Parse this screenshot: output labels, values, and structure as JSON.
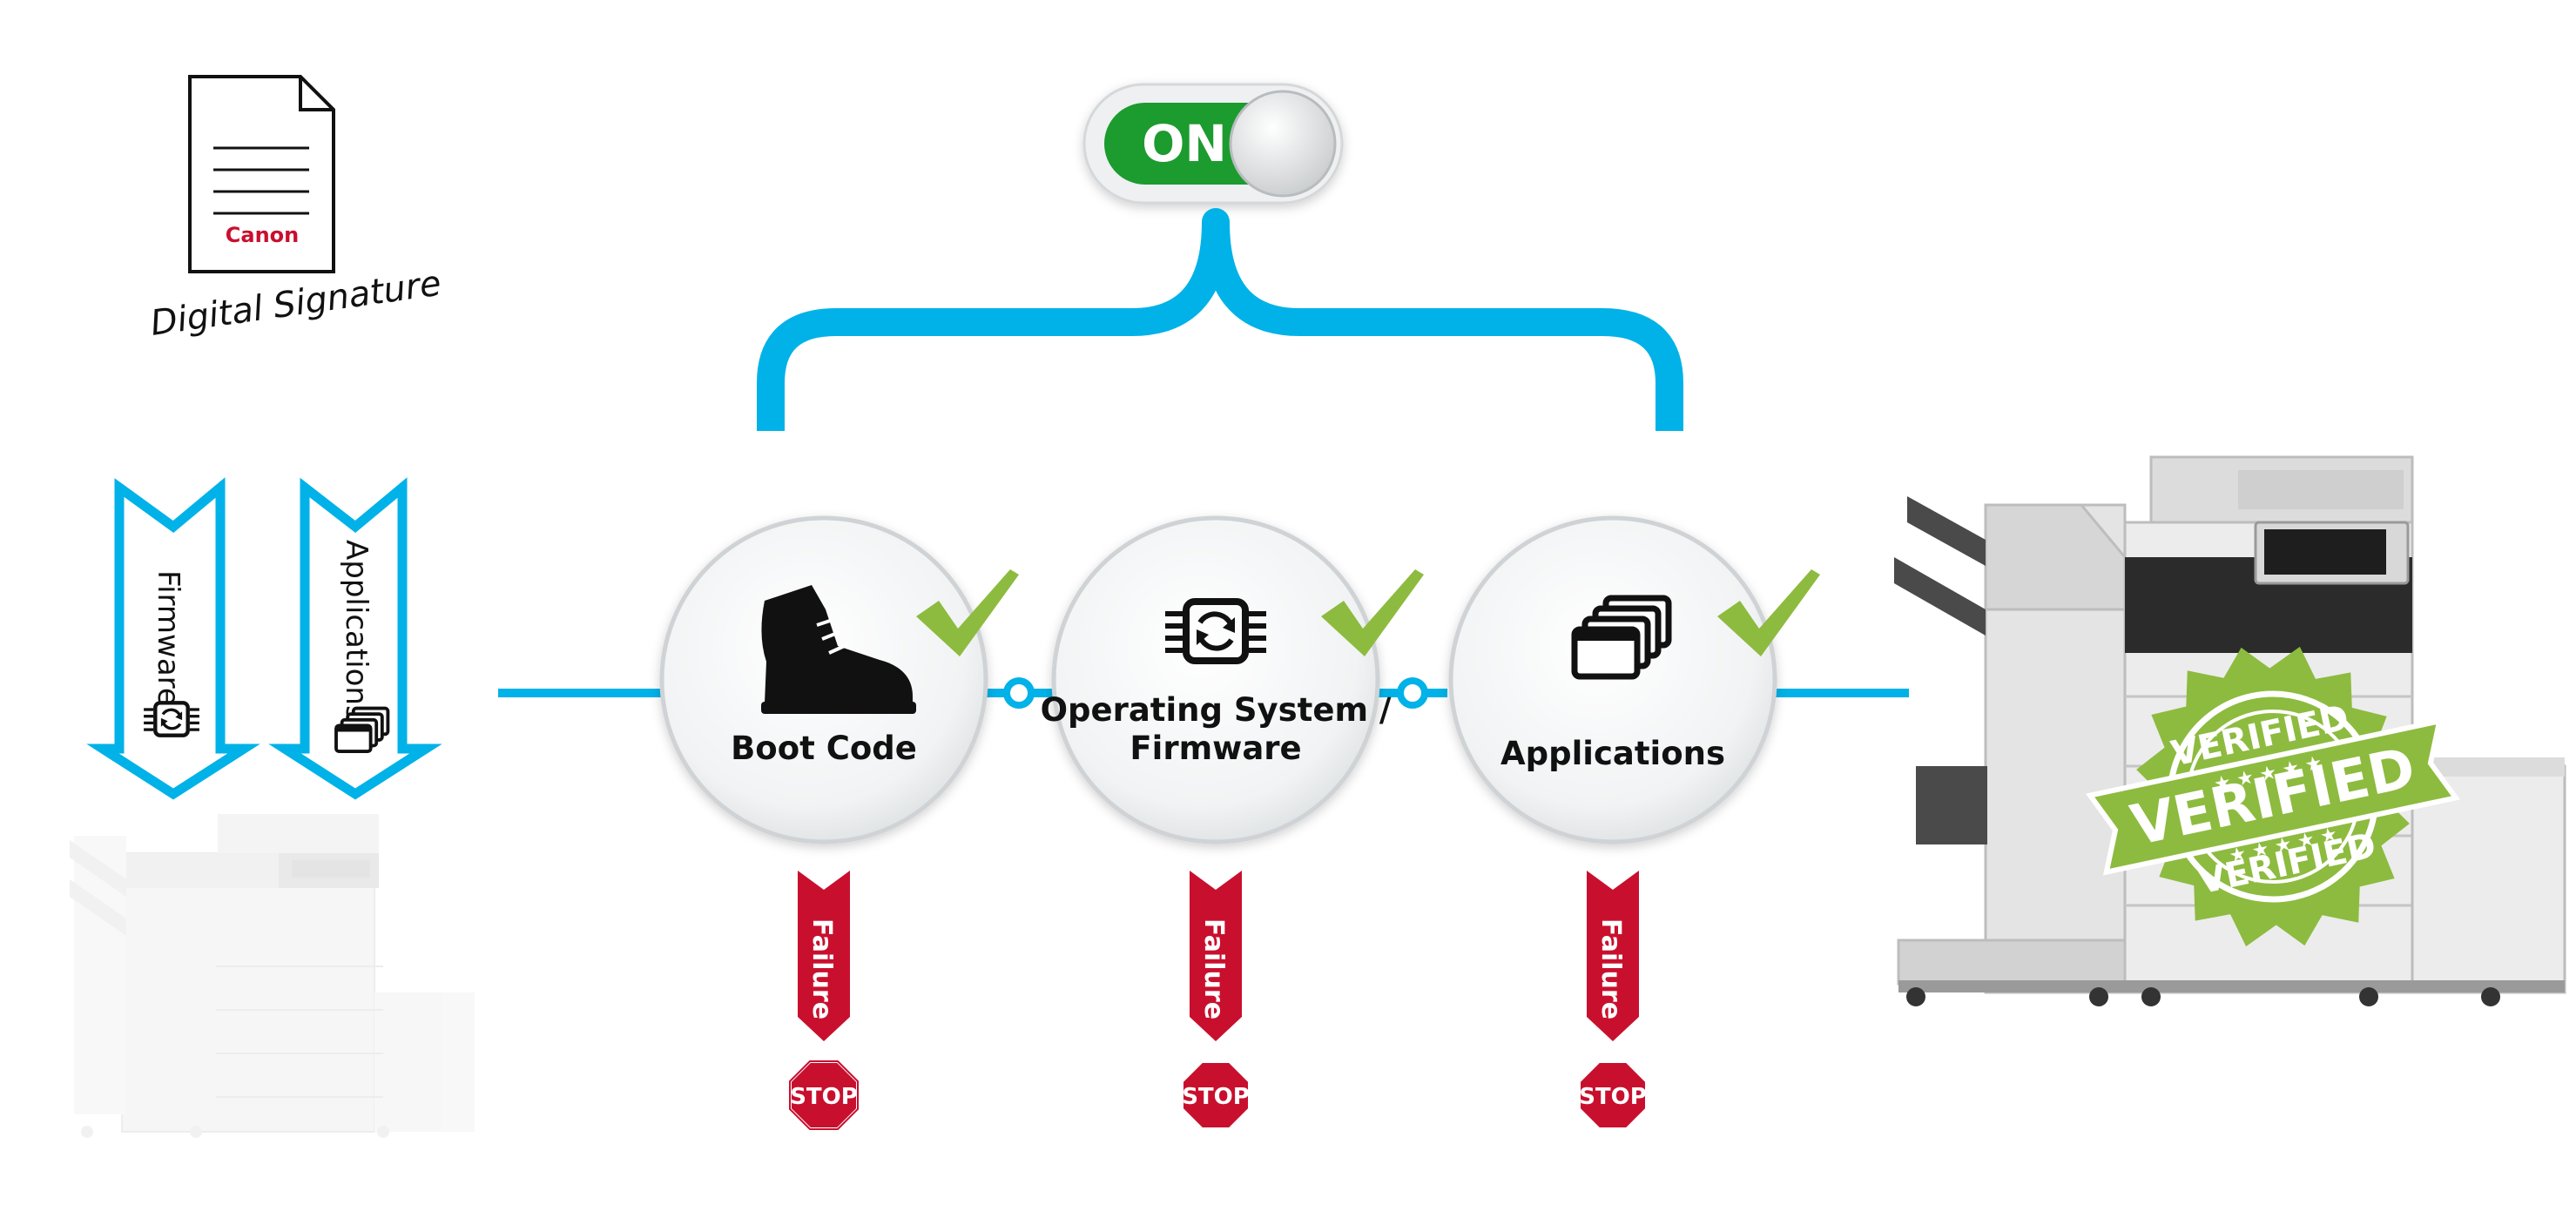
{
  "toggle": {
    "label": "ON",
    "state": "on"
  },
  "document": {
    "brand": "Canon",
    "caption": "Digital Signature"
  },
  "arrows": [
    {
      "label": "Firmware",
      "icon": "chip-refresh-icon"
    },
    {
      "label": "Applications",
      "icon": "app-windows-icon"
    }
  ],
  "stages": [
    {
      "label_lines": [
        "Boot Code"
      ],
      "icon": "boot-icon",
      "failure": "Failure",
      "stop": "STOP"
    },
    {
      "label_lines": [
        "Operating System /",
        "Firmware"
      ],
      "icon": "chip-refresh-icon",
      "failure": "Failure",
      "stop": "STOP"
    },
    {
      "label_lines": [
        "Applications"
      ],
      "icon": "app-windows-icon",
      "failure": "Failure",
      "stop": "STOP"
    }
  ],
  "badge": {
    "text_top": "VERIFIED",
    "text_center": "VERIFIED",
    "text_bottom": "VERIFIED"
  },
  "colors": {
    "blue": "#00b2e8",
    "green": "#8dbb3f",
    "red": "#c8102e",
    "toggle_green": "#1a9b2e"
  }
}
